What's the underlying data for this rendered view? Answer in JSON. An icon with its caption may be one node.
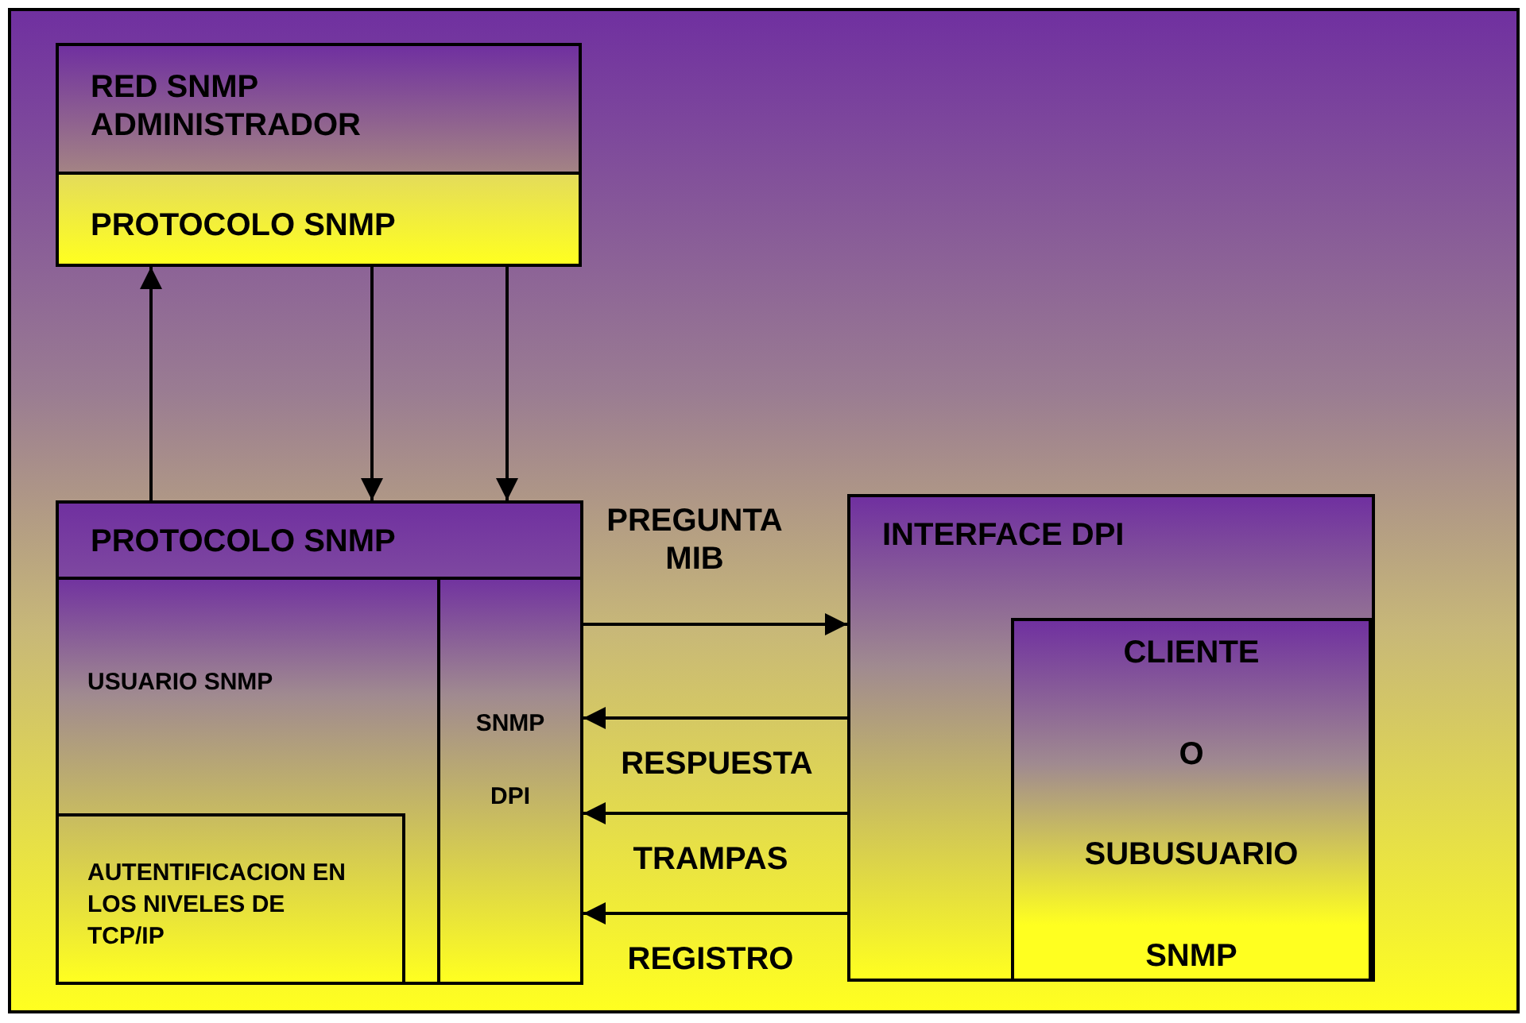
{
  "diagram": {
    "nodes": [
      {
        "text": [
          "RED SNMP ADMINISTRADOR"
        ]
      },
      {
        "text": [
          "PROTOCOLO SNMP"
        ],
        "in": 0
      },
      {
        "text": [],
        "shape": "box"
      },
      {
        "text": [
          "PROTOCOLO SNMP"
        ],
        "in": 2
      },
      {
        "text": [
          "USUARIO SNMP"
        ],
        "in": 2
      },
      {
        "text": [
          "AUTENTIFICACION EN LOS NIVELES DE TCP/IP"
        ],
        "in": 4
      },
      {
        "text": [
          "SNMP",
          "DPI"
        ],
        "in": 2
      },
      {
        "text": [
          "INTERFACE DPI"
        ]
      },
      {
        "text": [
          "CLIENTE",
          "O",
          "SUBUSUARIO",
          "SNMP"
        ],
        "in": 7
      }
    ],
    "edges": [
      {
        "from": 3,
        "to": 1,
        "arrow": "to"
      },
      {
        "from": 1,
        "to": 3,
        "arrow": "to"
      },
      {
        "from": 1,
        "to": 3,
        "arrow": "to"
      },
      {
        "from": 6,
        "to": 7,
        "arrow": "to",
        "label": "PREGUNTA MIB"
      },
      {
        "from": 7,
        "to": 6,
        "arrow": "to",
        "label": "RESPUESTA"
      },
      {
        "from": 7,
        "to": 6,
        "arrow": "to",
        "label": "TRAMPAS"
      },
      {
        "from": 7,
        "to": 6,
        "arrow": "to",
        "label": "REGISTRO"
      }
    ]
  }
}
